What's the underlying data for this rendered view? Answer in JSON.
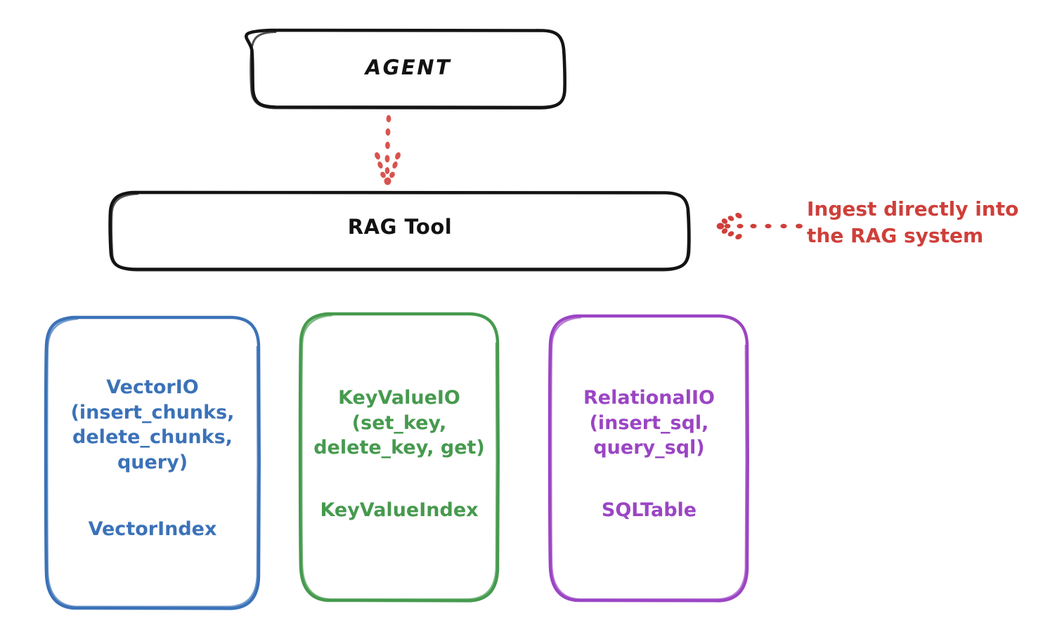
{
  "diagram": {
    "title": "RAG Tool storage API diagram",
    "background": "#ffffff",
    "nodes": {
      "agent": {
        "label": "AGENT",
        "stroke": "#111111",
        "shape": "rounded-rectangle"
      },
      "rag_tool": {
        "label": "RAG Tool",
        "stroke": "#111111",
        "shape": "rounded-rectangle"
      },
      "vector_store": {
        "api_label": "VectorIO\n(insert_chunks,\ndelete_chunks,\nquery)",
        "index_label": "VectorIndex",
        "stroke": "#3b72b8",
        "shape": "rounded-rectangle"
      },
      "keyvalue_store": {
        "api_label": "KeyValueIO\n(set_key,\ndelete_key, get)",
        "index_label": "KeyValueIndex",
        "stroke": "#469a4e",
        "shape": "rounded-rectangle"
      },
      "relational_store": {
        "api_label": "RelationalIO\n(insert_sql,\nquery_sql)",
        "index_label": "SQLTable",
        "stroke": "#9b45c4",
        "shape": "rounded-rectangle"
      }
    },
    "annotations": {
      "ingest_note": {
        "text": "Ingest directly into\nthe RAG system",
        "color": "#cf3f3a"
      }
    },
    "connectors": {
      "agent_to_rag": {
        "style": "dotted",
        "color": "#d9534f",
        "direction": "down",
        "arrowhead": "dotted-triangle"
      },
      "note_to_rag": {
        "style": "dotted",
        "color": "#cf3f3a",
        "direction": "left",
        "arrowhead": "dotted-triangle"
      }
    }
  }
}
